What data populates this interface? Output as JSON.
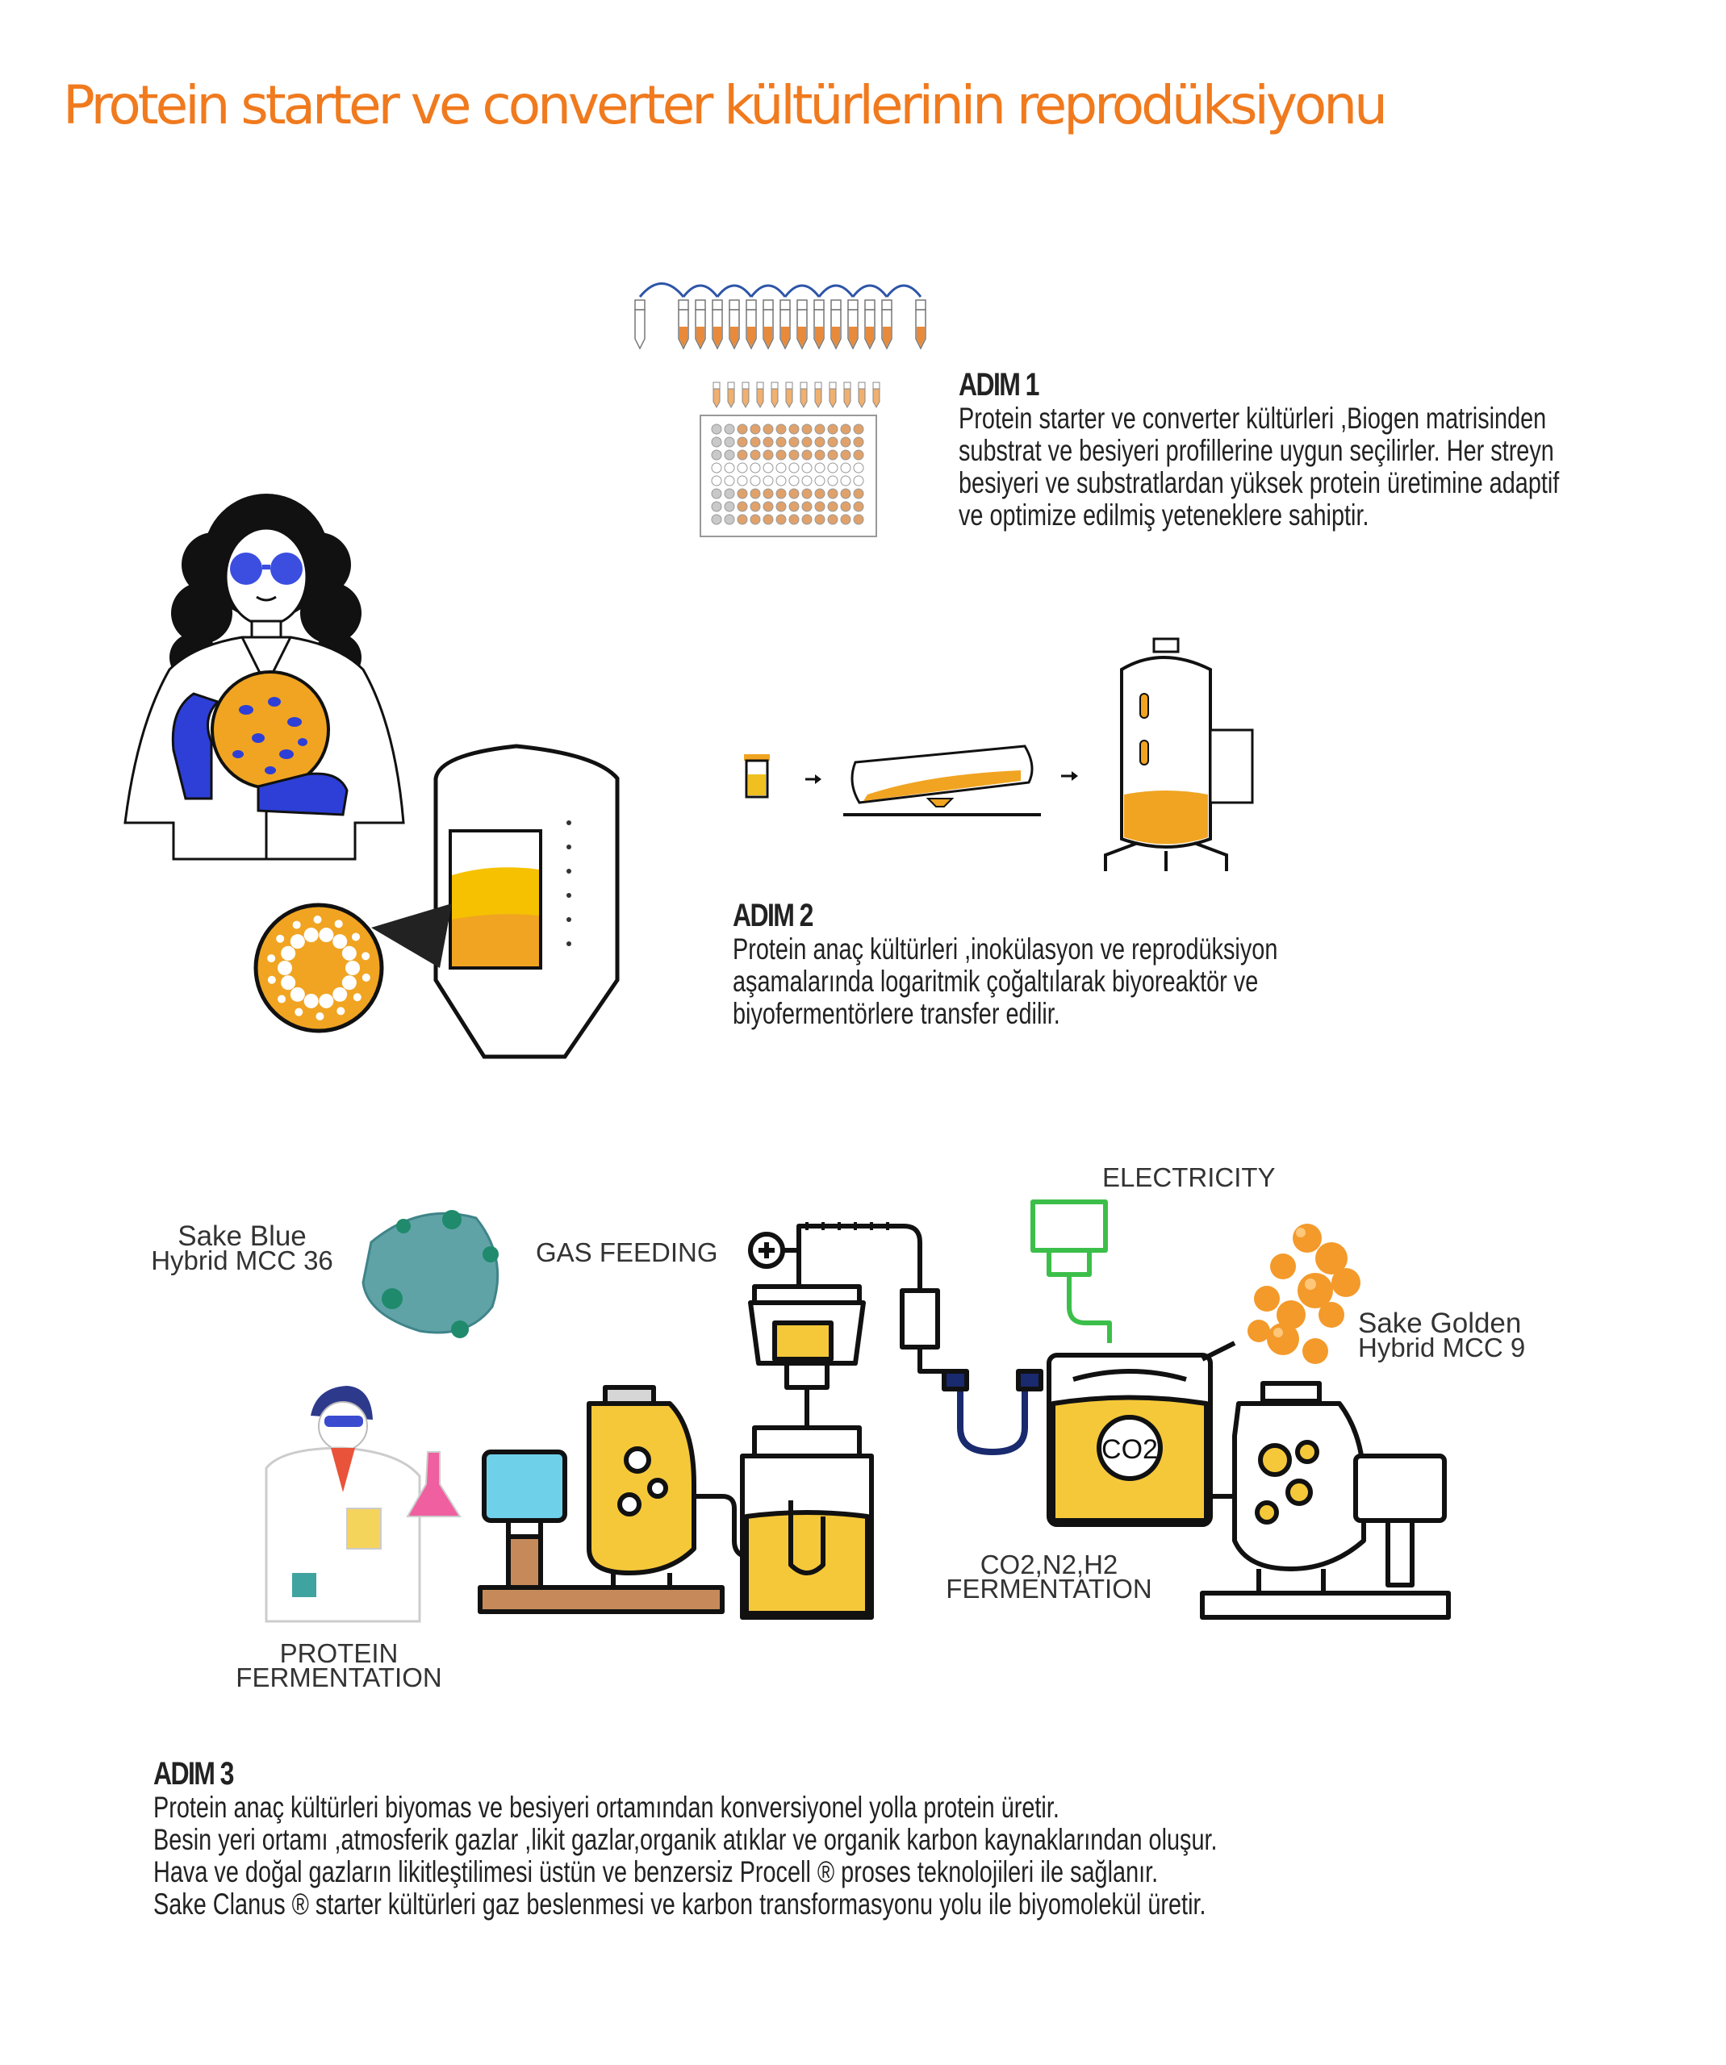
{
  "page": {
    "title": "Protein starter ve converter kültürlerinin reprodüksiyonu",
    "accent_color": "#f07a1e"
  },
  "steps": [
    {
      "heading": "ADIM 1",
      "lines": [
        "Protein starter ve converter kültürleri ,Biogen matrisinden",
        "substrat ve besiyeri profillerine uygun seçilirler. Her streyn",
        "besiyeri ve substratlardan yüksek protein üretimine adaptif",
        "ve optimize edilmiş yeteneklere sahiptir."
      ]
    },
    {
      "heading": "ADIM 2",
      "lines": [
        "Protein anaç kültürleri ,inokülasyon ve reprodüksiyon",
        "aşamalarında logaritmik çoğaltılarak biyoreaktör ve",
        "biyofermentörlere transfer edilir."
      ]
    },
    {
      "heading": "ADIM 3",
      "lines": [
        "Protein anaç kültürleri biyomas ve besiyeri ortamından konversiyonel yolla protein üretir.",
        "Besin yeri ortamı ,atmosferik gazlar ,likit gazlar,organik atıklar ve organik karbon kaynaklarından oluşur.",
        "Hava ve doğal gazların likitleştilimesi üstün ve benzersiz Procell ® proses teknolojileri ile sağlanır.",
        "Sake Clanus ® starter kültürleri gaz beslenmesi ve karbon transformasyonu yolu ile biyomolekül üretir."
      ]
    }
  ],
  "diagram_labels": {
    "electricity": "ELECTRICITY",
    "gas_feeding": "GAS FEEDING",
    "sake_blue": [
      "Sake Blue",
      "Hybrid MCC 36"
    ],
    "sake_golden": [
      "Sake Golden",
      "Hybrid MCC 9"
    ],
    "co2_fermentation": [
      "CO2,N2,H2",
      "FERMENTATION"
    ],
    "protein_fermentation": [
      "PROTEIN",
      "FERMENTATION"
    ],
    "co2_tank": "CO2"
  }
}
